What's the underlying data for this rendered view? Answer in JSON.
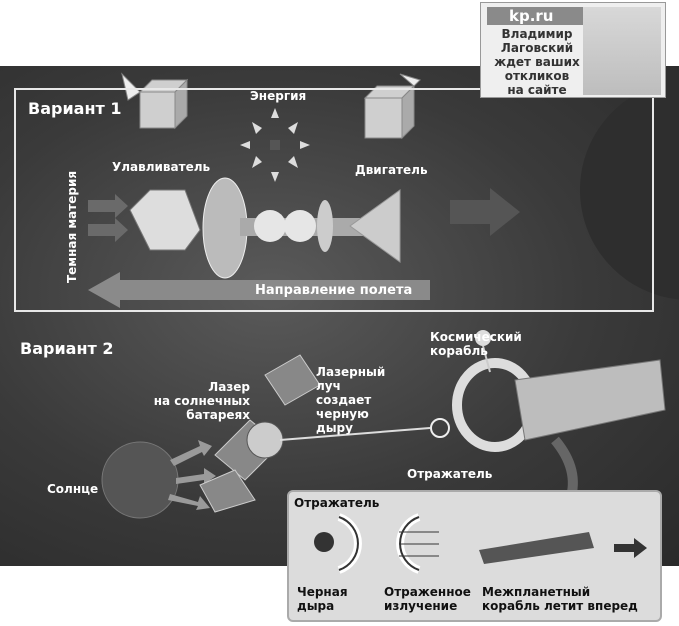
{
  "promo": {
    "site": "kp.ru",
    "text_lines": [
      "Владимир",
      "Лаговский",
      "ждет ваших",
      "откликов",
      "на сайте"
    ]
  },
  "variant1": {
    "title": "Вариант 1",
    "energy": "Энергия",
    "catcher": "Улавливатель",
    "engine": "Двигатель",
    "dark_matter": "Темная материя",
    "direction": "Направление полета"
  },
  "variant2": {
    "title": "Вариант 2",
    "laser_lines": [
      "Лазер",
      "на солнечных",
      "батареях"
    ],
    "beam_lines": [
      "Лазерный",
      "луч",
      "создает",
      "черную",
      "дыру"
    ],
    "ship_lines": [
      "Космический",
      "корабль"
    ],
    "sun": "Солнце",
    "reflector": "Отражатель"
  },
  "inset": {
    "title": "Отражатель",
    "black_hole_lines": [
      "Черная",
      "дыра"
    ],
    "reflected_lines": [
      "Отраженное",
      "излучение"
    ],
    "ship_lines": [
      "Межпланетный",
      "корабль летит вперед"
    ]
  }
}
